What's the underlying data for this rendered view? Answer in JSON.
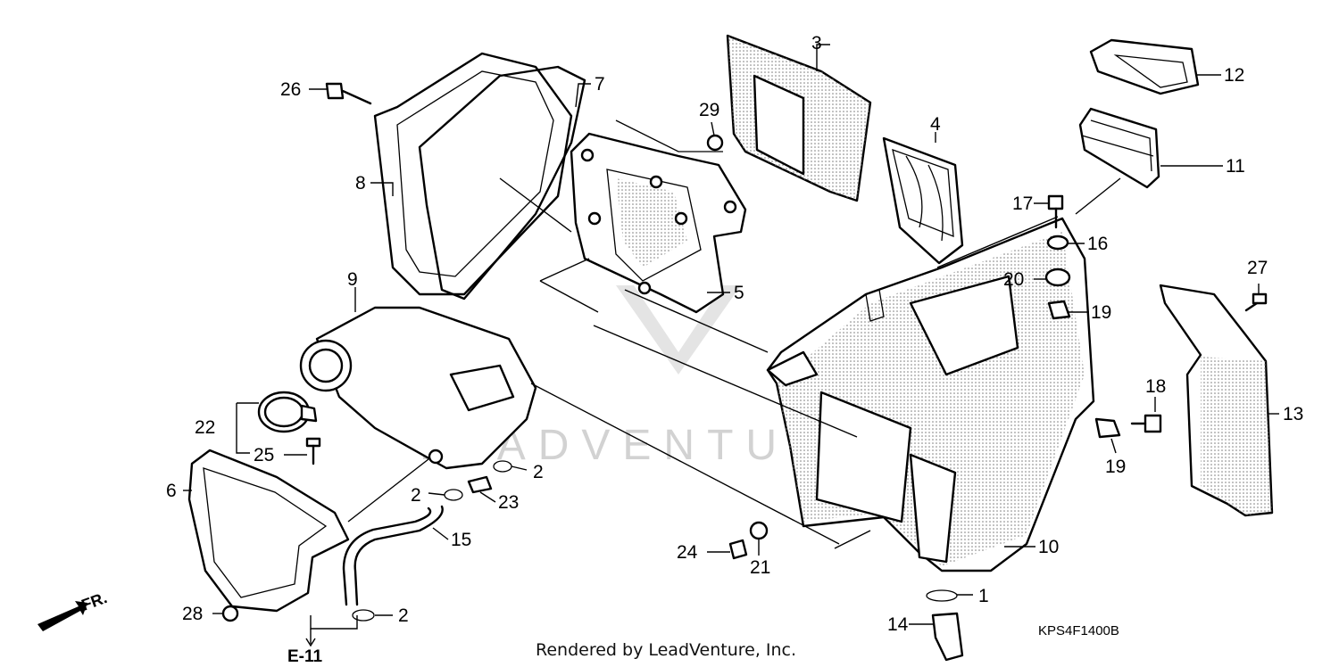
{
  "diagram": {
    "callouts": [
      "1",
      "2",
      "2",
      "2",
      "2",
      "3",
      "4",
      "5",
      "6",
      "7",
      "8",
      "9",
      "10",
      "11",
      "12",
      "13",
      "14",
      "15",
      "16",
      "17",
      "18",
      "19",
      "19",
      "20",
      "21",
      "22",
      "23",
      "24",
      "25",
      "26",
      "27",
      "28",
      "29"
    ],
    "reference_label": "E-11",
    "front_label": "FR.",
    "part_code": "KPS4F1400B",
    "credit": "Rendered by LeadVenture, Inc.",
    "watermark": "LEADVENTURE"
  }
}
